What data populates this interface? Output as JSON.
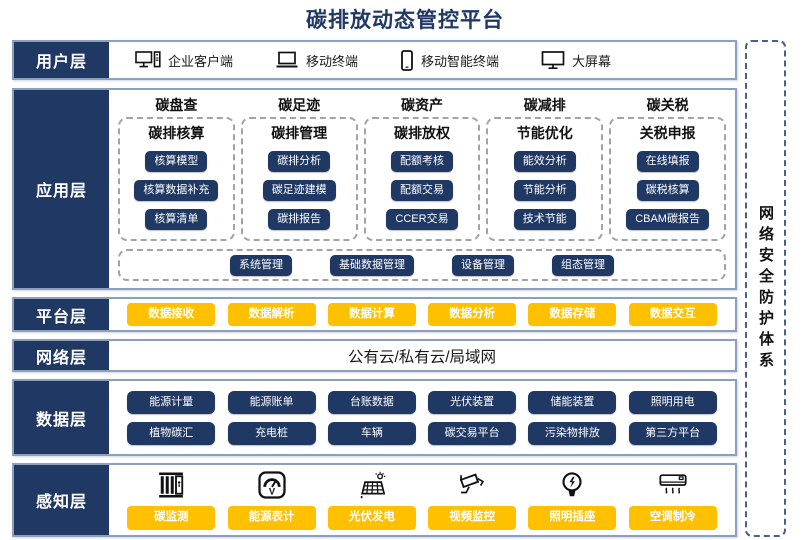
{
  "title": "碳排放动态管控平台",
  "colors": {
    "navy": "#1F3864",
    "yellow": "#FFC000",
    "band_border": "#8E9FBE",
    "dashed_box": "#A3A3A3",
    "security_dash": "#46618F"
  },
  "user_layer": {
    "label": "用户层",
    "items": [
      {
        "icon": "desktop-pc-icon",
        "label": "企业客户端"
      },
      {
        "icon": "laptop-icon",
        "label": "移动终端"
      },
      {
        "icon": "smartphone-icon",
        "label": "移动智能终端"
      },
      {
        "icon": "big-screen-icon",
        "label": "大屏幕"
      }
    ]
  },
  "app_layer": {
    "label": "应用层",
    "columns": [
      {
        "header": "碳盘查",
        "title": "碳排核算",
        "buttons": [
          "核算模型",
          "核算数据补充",
          "核算清单"
        ]
      },
      {
        "header": "碳足迹",
        "title": "碳排管理",
        "buttons": [
          "碳排分析",
          "碳足迹建模",
          "碳排报告"
        ]
      },
      {
        "header": "碳资产",
        "title": "碳排放权",
        "buttons": [
          "配额考核",
          "配额交易",
          "CCER交易"
        ]
      },
      {
        "header": "碳减排",
        "title": "节能优化",
        "buttons": [
          "能效分析",
          "节能分析",
          "技术节能"
        ]
      },
      {
        "header": "碳关税",
        "title": "关税申报",
        "buttons": [
          "在线填报",
          "碳税核算",
          "CBAM碳报告"
        ]
      }
    ],
    "common_buttons": [
      "系统管理",
      "基础数据管理",
      "设备管理",
      "组态管理"
    ]
  },
  "platform_layer": {
    "label": "平台层",
    "buttons": [
      "数据接收",
      "数据解析",
      "数据计算",
      "数据分析",
      "数据存储",
      "数据交互"
    ]
  },
  "network_layer": {
    "label": "网络层",
    "text": "公有云/私有云/局域网"
  },
  "data_layer": {
    "label": "数据层",
    "rows": [
      [
        "能源计量",
        "能源账单",
        "台账数据",
        "光伏装置",
        "储能装置",
        "照明用电"
      ],
      [
        "植物碳汇",
        "充电桩",
        "车辆",
        "碳交易平台",
        "污染物排放",
        "第三方平台"
      ]
    ]
  },
  "perception_layer": {
    "label": "感知层",
    "items": [
      {
        "icon": "carbon-monitor-icon",
        "label": "碳监测"
      },
      {
        "icon": "energy-meter-icon",
        "label": "能源表计"
      },
      {
        "icon": "solar-panel-icon",
        "label": "光伏发电"
      },
      {
        "icon": "cctv-camera-icon",
        "label": "视频监控"
      },
      {
        "icon": "light-bulb-icon",
        "label": "照明插座"
      },
      {
        "icon": "air-conditioner-icon",
        "label": "空调制冷"
      }
    ]
  },
  "security_sidebar": {
    "text": "网络安全防护体系"
  }
}
